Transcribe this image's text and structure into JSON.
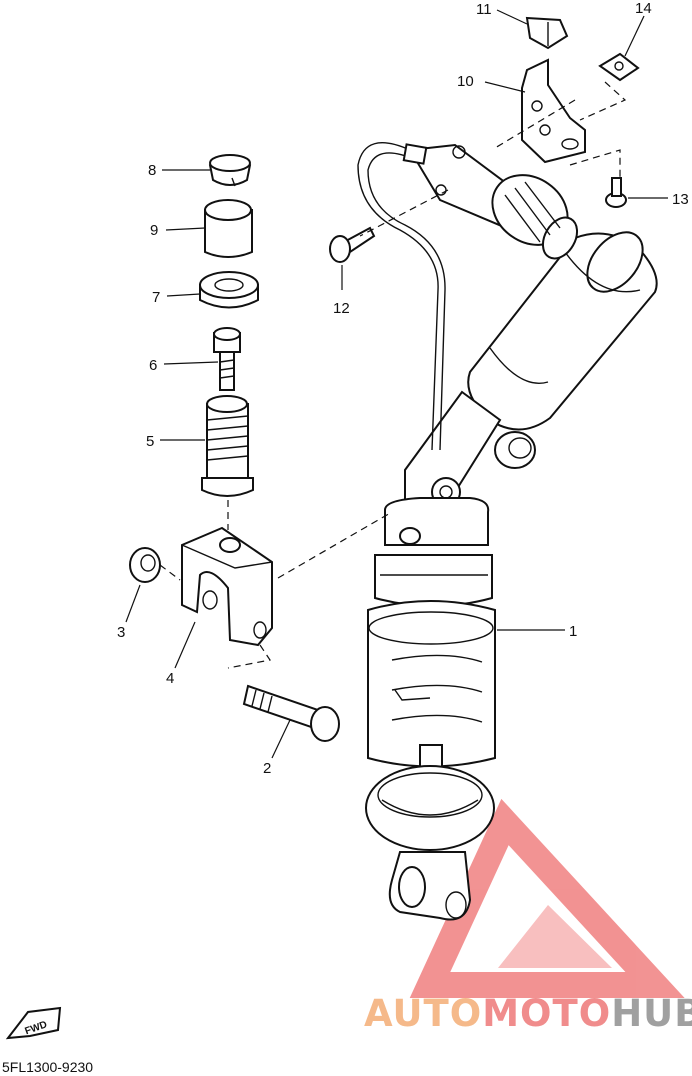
{
  "diagram": {
    "part_labels": [
      "1",
      "2",
      "3",
      "4",
      "5",
      "6",
      "7",
      "8",
      "9",
      "10",
      "11",
      "12",
      "13",
      "14"
    ],
    "direction_badge": "FWD",
    "catalog_code": "5FL1300-9230"
  },
  "watermark": {
    "part1": "AUTO",
    "part2": "MOTO",
    "part3": "HUB",
    "logo_color": "#f08080",
    "text_colors": [
      "#f5b98a",
      "#f08c8c",
      "#a0a0a0"
    ]
  }
}
